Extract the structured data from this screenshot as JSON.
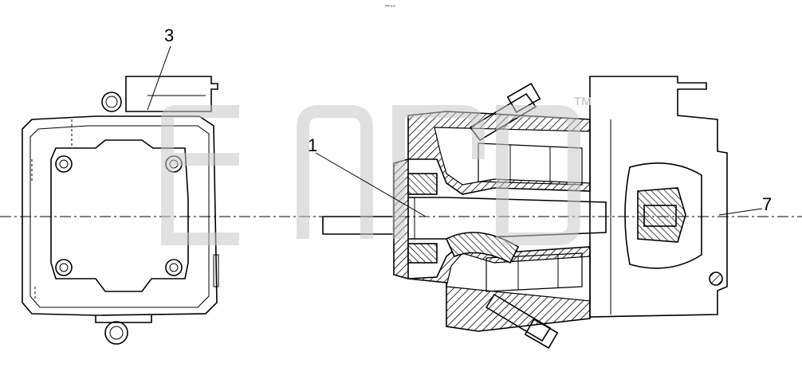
{
  "callouts": {
    "c1": "1",
    "c3": "3",
    "c7": "7"
  },
  "watermark": {
    "trademark": "™"
  },
  "top_mark": "~--"
}
